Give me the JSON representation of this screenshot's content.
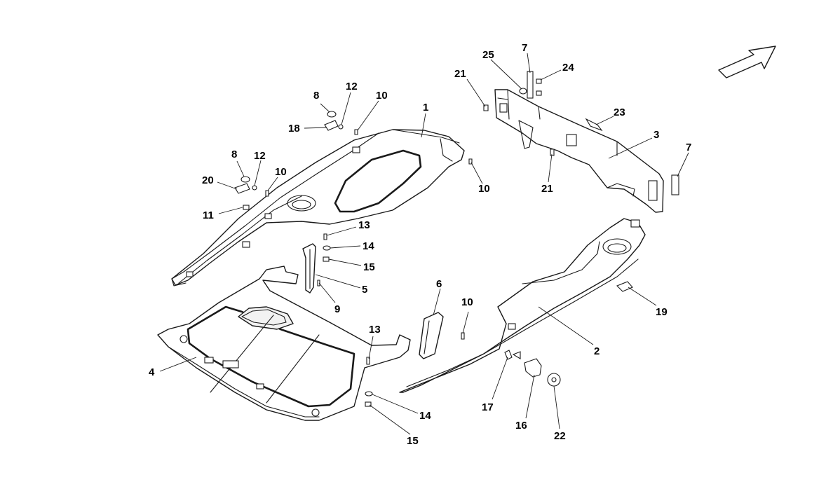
{
  "callouts": [
    {
      "id": "c1",
      "label": "1"
    },
    {
      "id": "c2",
      "label": "2"
    },
    {
      "id": "c3",
      "label": "3"
    },
    {
      "id": "c4",
      "label": "4"
    },
    {
      "id": "c5",
      "label": "5"
    },
    {
      "id": "c6",
      "label": "6"
    },
    {
      "id": "c7a",
      "label": "7"
    },
    {
      "id": "c7b",
      "label": "7"
    },
    {
      "id": "c8a",
      "label": "8"
    },
    {
      "id": "c8b",
      "label": "8"
    },
    {
      "id": "c9",
      "label": "9"
    },
    {
      "id": "c10a",
      "label": "10"
    },
    {
      "id": "c10b",
      "label": "10"
    },
    {
      "id": "c10c",
      "label": "10"
    },
    {
      "id": "c10d",
      "label": "10"
    },
    {
      "id": "c11",
      "label": "11"
    },
    {
      "id": "c12a",
      "label": "12"
    },
    {
      "id": "c12b",
      "label": "12"
    },
    {
      "id": "c13a",
      "label": "13"
    },
    {
      "id": "c13b",
      "label": "13"
    },
    {
      "id": "c14a",
      "label": "14"
    },
    {
      "id": "c14b",
      "label": "14"
    },
    {
      "id": "c15a",
      "label": "15"
    },
    {
      "id": "c15b",
      "label": "15"
    },
    {
      "id": "c16",
      "label": "16"
    },
    {
      "id": "c17",
      "label": "17"
    },
    {
      "id": "c18",
      "label": "18"
    },
    {
      "id": "c19",
      "label": "19"
    },
    {
      "id": "c20",
      "label": "20"
    },
    {
      "id": "c21a",
      "label": "21"
    },
    {
      "id": "c21b",
      "label": "21"
    },
    {
      "id": "c22",
      "label": "22"
    },
    {
      "id": "c23",
      "label": "23"
    },
    {
      "id": "c24",
      "label": "24"
    },
    {
      "id": "c25",
      "label": "25"
    }
  ]
}
